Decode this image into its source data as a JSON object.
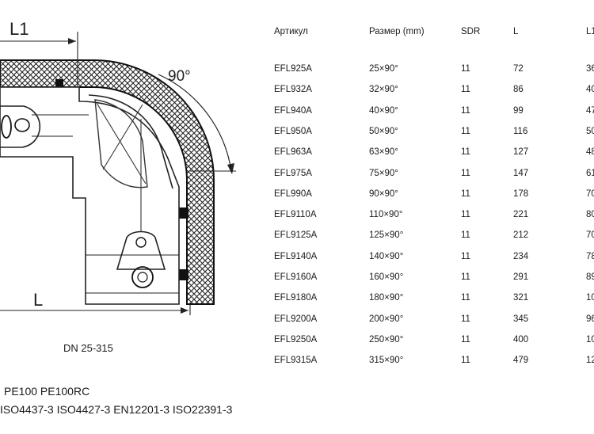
{
  "drawing": {
    "dims": {
      "l1": "L1",
      "angle": "90°",
      "l": "L"
    }
  },
  "captions": {
    "dn_range": "DN 25-315",
    "material": "PE100 PE100RC",
    "standards": "ISO4437-3 ISO4427-3 EN12201-3 ISO22391-3"
  },
  "table": {
    "headers": [
      "Артикул",
      "Размер (mm)",
      "SDR",
      "L",
      "L1"
    ],
    "rows": [
      [
        "EFL925A",
        "25×90°",
        "11",
        "72",
        "36"
      ],
      [
        "EFL932A",
        "32×90°",
        "11",
        "86",
        "40"
      ],
      [
        "EFL940A",
        "40×90°",
        "11",
        "99",
        "47"
      ],
      [
        "EFL950A",
        "50×90°",
        "11",
        "116",
        "50"
      ],
      [
        "EFL963A",
        "63×90°",
        "11",
        "127",
        "48"
      ],
      [
        "EFL975A",
        "75×90°",
        "11",
        "147",
        "61"
      ],
      [
        "EFL990A",
        "90×90°",
        "11",
        "178",
        "70"
      ],
      [
        "EFL9110A",
        "110×90°",
        "11",
        "221",
        "80"
      ],
      [
        "EFL9125A",
        "125×90°",
        "11",
        "212",
        "70"
      ],
      [
        "EFL9140A",
        "140×90°",
        "11",
        "234",
        "78"
      ],
      [
        "EFL9160A",
        "160×90°",
        "11",
        "291",
        "89"
      ],
      [
        "EFL9180A",
        "180×90°",
        "11",
        "321",
        "10"
      ],
      [
        "EFL9200A",
        "200×90°",
        "11",
        "345",
        "96"
      ],
      [
        "EFL9250A",
        "250×90°",
        "11",
        "400",
        "10"
      ],
      [
        "EFL9315A",
        "315×90°",
        "11",
        "479",
        "12"
      ]
    ]
  }
}
